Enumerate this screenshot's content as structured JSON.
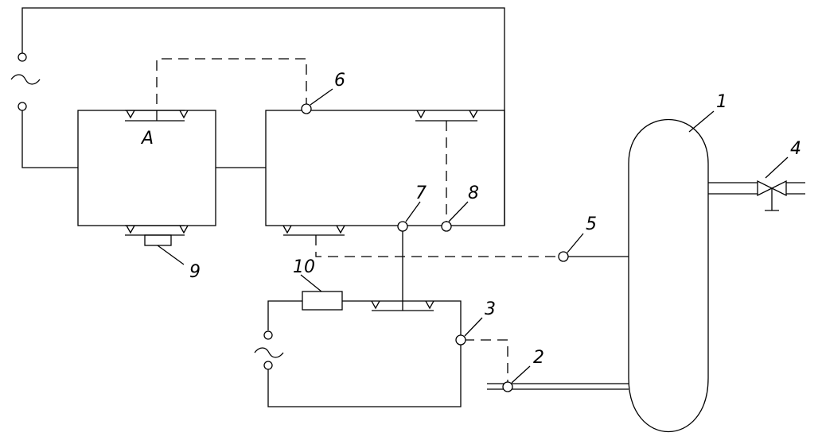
{
  "diagram": {
    "labels": {
      "n1": "1",
      "n2": "2",
      "n3": "3",
      "n4": "4",
      "n5": "5",
      "n6": "6",
      "n7": "7",
      "n8": "8",
      "n9": "9",
      "n10": "10",
      "a": "A"
    },
    "ac_symbol_top": "~",
    "ac_symbol_bottom": "~"
  }
}
